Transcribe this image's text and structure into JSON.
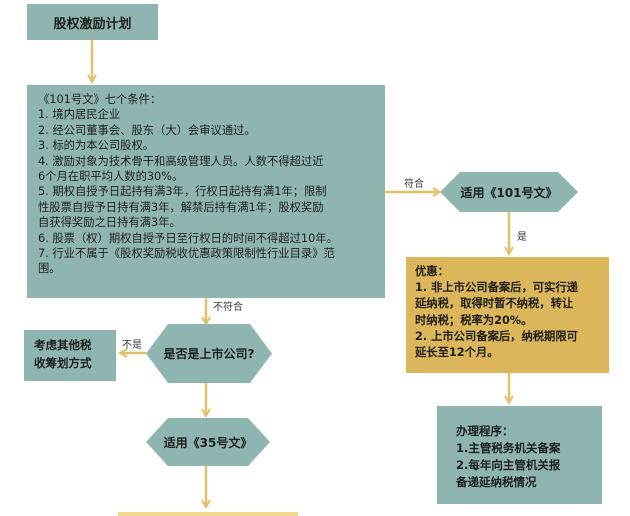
{
  "title": "股权激励计划",
  "conditions": {
    "heading": "《101号文》七个条件：",
    "lines": [
      "1. 境内居民企业",
      "2. 经公司董事会、股东（大）会审议通过。",
      "3. 标的为本公司股权。",
      "4. 激励对象为技术骨干和高级管理人员。人数不得超过近",
      "6个月在职平均人数的30%。",
      "5. 期权自授予日起持有满3年，行权日起持有满1年；限制",
      "性股票自授予日持有满3年，解禁后持有满1年；股权奖励",
      "自获得奖励之日持有满3年。",
      "6. 股票（权）期权自授予日至行权日的时间不得超过10年。",
      "7. 行业不属于《股权奖励税收优惠政策限制性行业目录》范",
      "围。"
    ]
  },
  "labels": {
    "comply": "符合",
    "not_comply": "不符合",
    "yes": "是",
    "no": "不是"
  },
  "apply101": "适用《101号文》",
  "listed_question": "是否是上市公司?",
  "apply35": "适用《35号文》",
  "consider": [
    "考虑其他税",
    "收筹划方式"
  ],
  "preferential": {
    "heading": "优惠：",
    "lines": [
      "1. 非上市公司备案后，可实行递",
      "延纳税，取得时暂不纳税，转让",
      "时纳税；税率为20%。",
      "2. 上市公司备案后，纳税期限可",
      "延长至12个月。"
    ]
  },
  "procedure": {
    "heading": "办理程序：",
    "lines": [
      "1.主管税务机关备案",
      "2.每年向主管机关报",
      "备递延纳税情况"
    ]
  },
  "colors": {
    "box": "#8fb5b0",
    "highlight": "#dcb65a",
    "arrow": "#e3bf6c"
  }
}
